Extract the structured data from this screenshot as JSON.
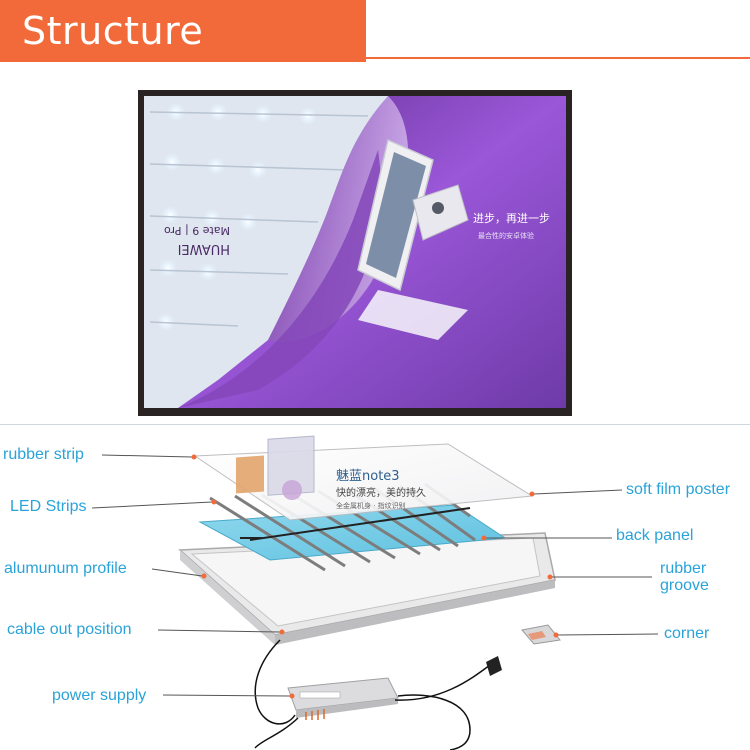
{
  "header": {
    "title": "Structure"
  },
  "photo": {
    "brand_text": "HUAWEI",
    "model_text": "Mate 9 | Pro",
    "slogan_main": "进步，再进一步",
    "slogan_sub": "最合性的安卓体验"
  },
  "poster": {
    "brand_text": "魅蓝note3",
    "slogan_main": "快的漂亮，美的持久",
    "slogan_sub": "全金属机身 · 指纹识别"
  },
  "labels": {
    "rubber_strip": "rubber strip",
    "led_strips": "LED Strips",
    "aluminum_profile": "alumunum profile",
    "cable_out": "cable out position",
    "power_supply": "power supply",
    "soft_film_poster": "soft film poster",
    "back_panel": "back panel",
    "rubber_groove_1": "rubber",
    "rubber_groove_2": "groove",
    "corner": "corner"
  },
  "colors": {
    "accent": "#f26a3a",
    "label": "#2aa3d8",
    "back_panel": "#7fd0e6",
    "frame": "#d9d9d9"
  }
}
